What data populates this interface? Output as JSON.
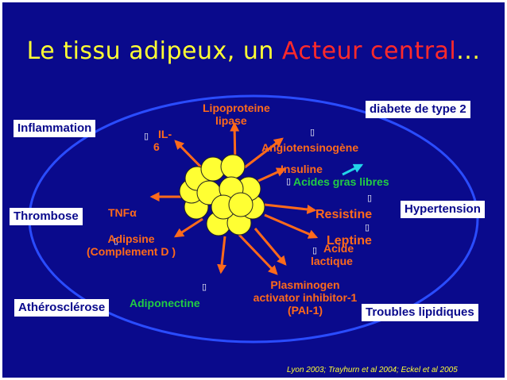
{
  "title": {
    "main": "Le tissu adipeux, un ",
    "accent": "Acteur central",
    "tail": "..."
  },
  "boxes": {
    "inflammation": "Inflammation",
    "diabete": "diabete de type 2",
    "thrombose": "Thrombose",
    "hypertension": "Hypertension",
    "atherosclerose": "Athérosclérose",
    "troubles": "Troubles lipidiques"
  },
  "labels": {
    "lipoproteine_1": "Lipoproteine",
    "lipoproteine_2": "lipase",
    "il6_1": "IL-",
    "il6_2": "6",
    "angiotensinogene": "Angiotensinogène",
    "insuline": "Insuline",
    "acides_gras": "Acides gras libres",
    "tnf": "TNFα",
    "resistine": "Resistine",
    "leptine": "Leptine",
    "adipsine_1": "Adipsine",
    "adipsine_2": "(Complement D )",
    "acide_lactique_1": "Acide",
    "acide_lactique_2": "lactique",
    "pai_1": "Plasminogen",
    "pai_2": "activator inhibitor-1",
    "pai_3": "(PAI-1)",
    "adiponectine": "Adiponectine"
  },
  "markers": {
    "placeholder": ""
  },
  "reference": "Lyon 2003; Trayhurn et al 2004; Eckel et al 2005",
  "colors": {
    "background": "#0a0a8c",
    "title": "#ffff33",
    "accent": "#ff2a2a",
    "arrow": "#ff6a1a",
    "cells": "#ffff33",
    "green_text": "#22cc44",
    "cyan_arrow": "#22d4e8",
    "ellipse": "#2a4cff"
  }
}
